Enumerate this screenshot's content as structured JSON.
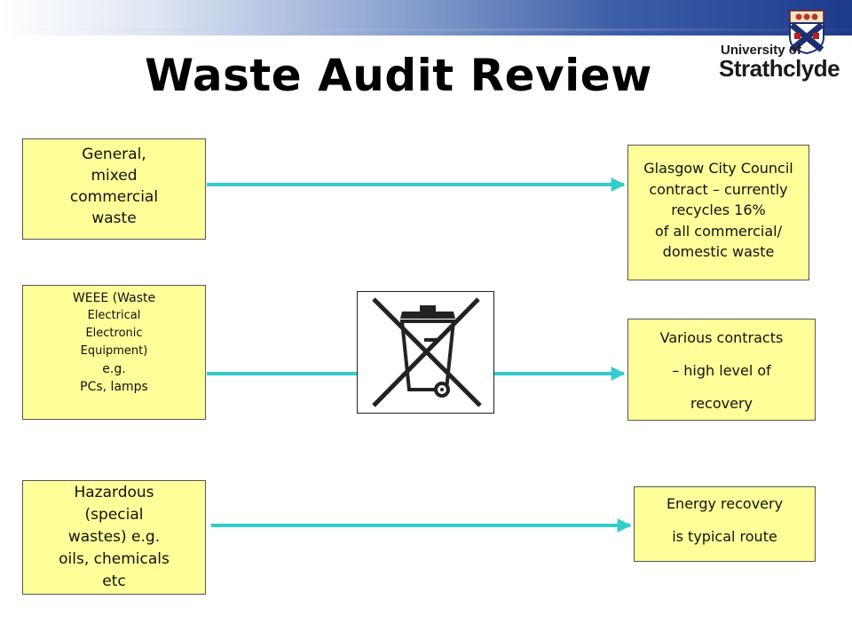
{
  "slide": {
    "title": "Waste Audit Review",
    "logo": {
      "line1": "University of",
      "line2": "Strathclyde"
    }
  },
  "left_boxes": [
    {
      "lines": [
        "General,",
        "mixed",
        "commercial",
        "waste"
      ]
    },
    {
      "lines": [
        "WEEE (Waste",
        "Electrical",
        "Electronic",
        "Equipment)",
        "e.g.",
        "PCs, lamps"
      ]
    },
    {
      "lines": [
        "Hazardous",
        "(special",
        "wastes) e.g.",
        "oils, chemicals",
        "etc"
      ]
    }
  ],
  "right_boxes": [
    {
      "lines": [
        "Glasgow City Council",
        "contract – currently",
        "recycles 16%",
        "of all commercial/",
        "domestic waste"
      ]
    },
    {
      "lines": [
        "Various contracts",
        "– high level of",
        "recovery"
      ]
    },
    {
      "lines": [
        "Energy recovery",
        "is typical route"
      ]
    }
  ],
  "center_icon": "crossed-out-wheelie-bin-icon",
  "colors": {
    "box_fill": "#ffff99",
    "arrow": "#33cccc"
  }
}
